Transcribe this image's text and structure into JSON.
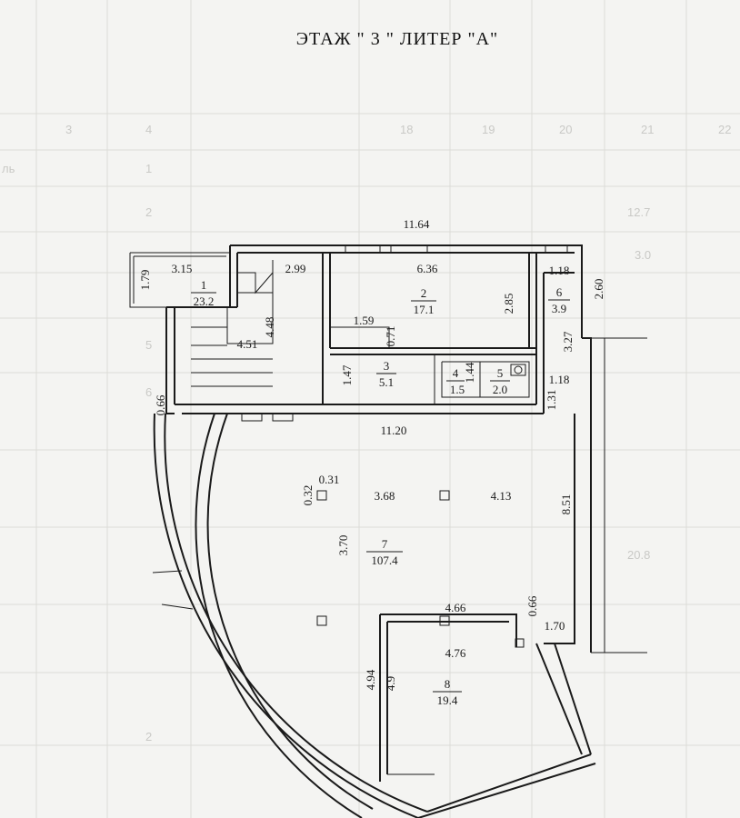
{
  "title": "ЭТАЖ \" 3 \"  ЛИТЕР \"А\"",
  "dimensions": {
    "total_width": "11.64",
    "d_315": "3.15",
    "d_179": "1.79",
    "d_299": "2.99",
    "d_636": "6.36",
    "d_118_top": "1.18",
    "d_260": "2.60",
    "d_448": "4.48",
    "d_451": "4.51",
    "d_159": "1.59",
    "d_071": "0.71",
    "d_285": "2.85",
    "d_327": "3.27",
    "d_147": "1.47",
    "d_144": "1.44",
    "d_118_mid": "1.18",
    "d_131": "1.31",
    "d_066_left": "0.66",
    "d_1120": "11.20",
    "d_031": "0.31",
    "d_032": "0.32",
    "d_368": "3.68",
    "d_413": "4.13",
    "d_851": "8.51",
    "d_370": "3.70",
    "d_466": "4.66",
    "d_066_right": "0.66",
    "d_170": "1.70",
    "d_476": "4.76",
    "d_494": "4.94",
    "d_49": "4.9"
  },
  "rooms": [
    {
      "num": "1",
      "area": "23.2"
    },
    {
      "num": "2",
      "area": "17.1"
    },
    {
      "num": "3",
      "area": "5.1"
    },
    {
      "num": "4",
      "area": "1.5"
    },
    {
      "num": "5",
      "area": "2.0"
    },
    {
      "num": "6",
      "area": "3.9"
    },
    {
      "num": "7",
      "area": "107.4"
    },
    {
      "num": "8",
      "area": "19.4"
    }
  ],
  "background_table": {
    "cols": [
      "3",
      "4",
      "18",
      "19",
      "20",
      "21",
      "22"
    ],
    "side_label": "ль",
    "rows": [
      "1",
      "2",
      "5",
      "6",
      "2"
    ],
    "values": [
      "12.7",
      "3.0",
      "20.8"
    ]
  }
}
